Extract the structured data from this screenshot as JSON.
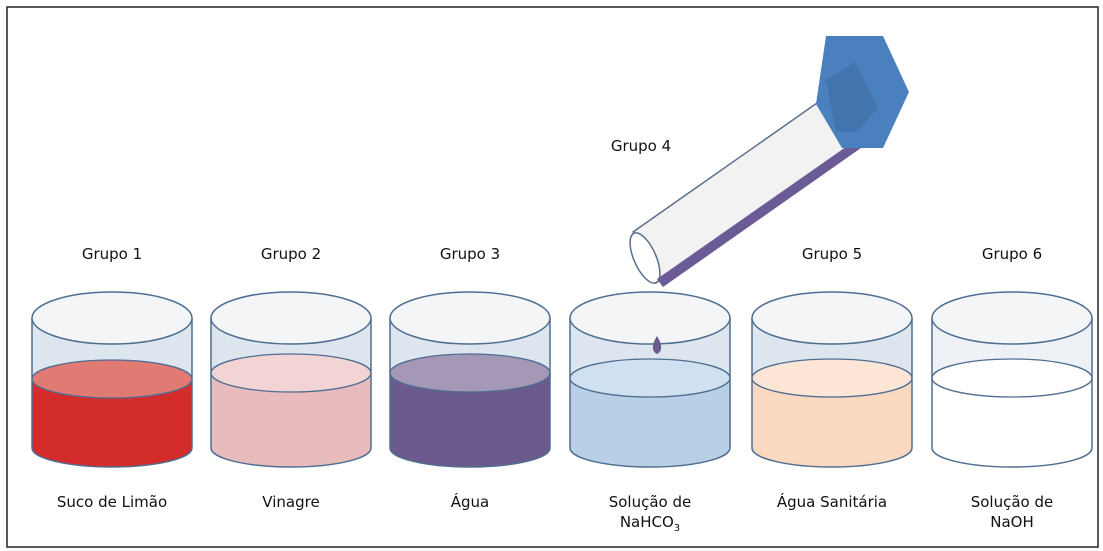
{
  "groups": [
    {
      "group": "Grupo 1",
      "liquid": "Suco de Limão",
      "color": "#d42b2b",
      "surface": "#e27a74"
    },
    {
      "group": "Grupo 2",
      "liquid": "Vinagre",
      "color": "#e8bcbc",
      "surface": "#f3d4d4"
    },
    {
      "group": "Grupo 3",
      "liquid": "Água",
      "color": "#6b5a8c",
      "surface": "#a597b6"
    },
    {
      "group": "Grupo 4",
      "liquid_line1": "Solução de",
      "liquid_line2": "NaHCO",
      "liquid_sub": "3",
      "color": "#b9cfe6",
      "surface": "#cfe0f0"
    },
    {
      "group": "Grupo 5",
      "liquid": "Água Sanitária",
      "color": "#fbd9c1",
      "surface": "#fde6d6"
    },
    {
      "group": "Grupo 6",
      "liquid_line1": "Solução de",
      "liquid_line2": "NaOH",
      "color": "#ffffff",
      "surface": "#ffffff"
    }
  ],
  "dropper": {
    "cap_color": "#4a80bd",
    "stripe_color": "#6a5a96",
    "drop_color": "#6b5a8c"
  }
}
